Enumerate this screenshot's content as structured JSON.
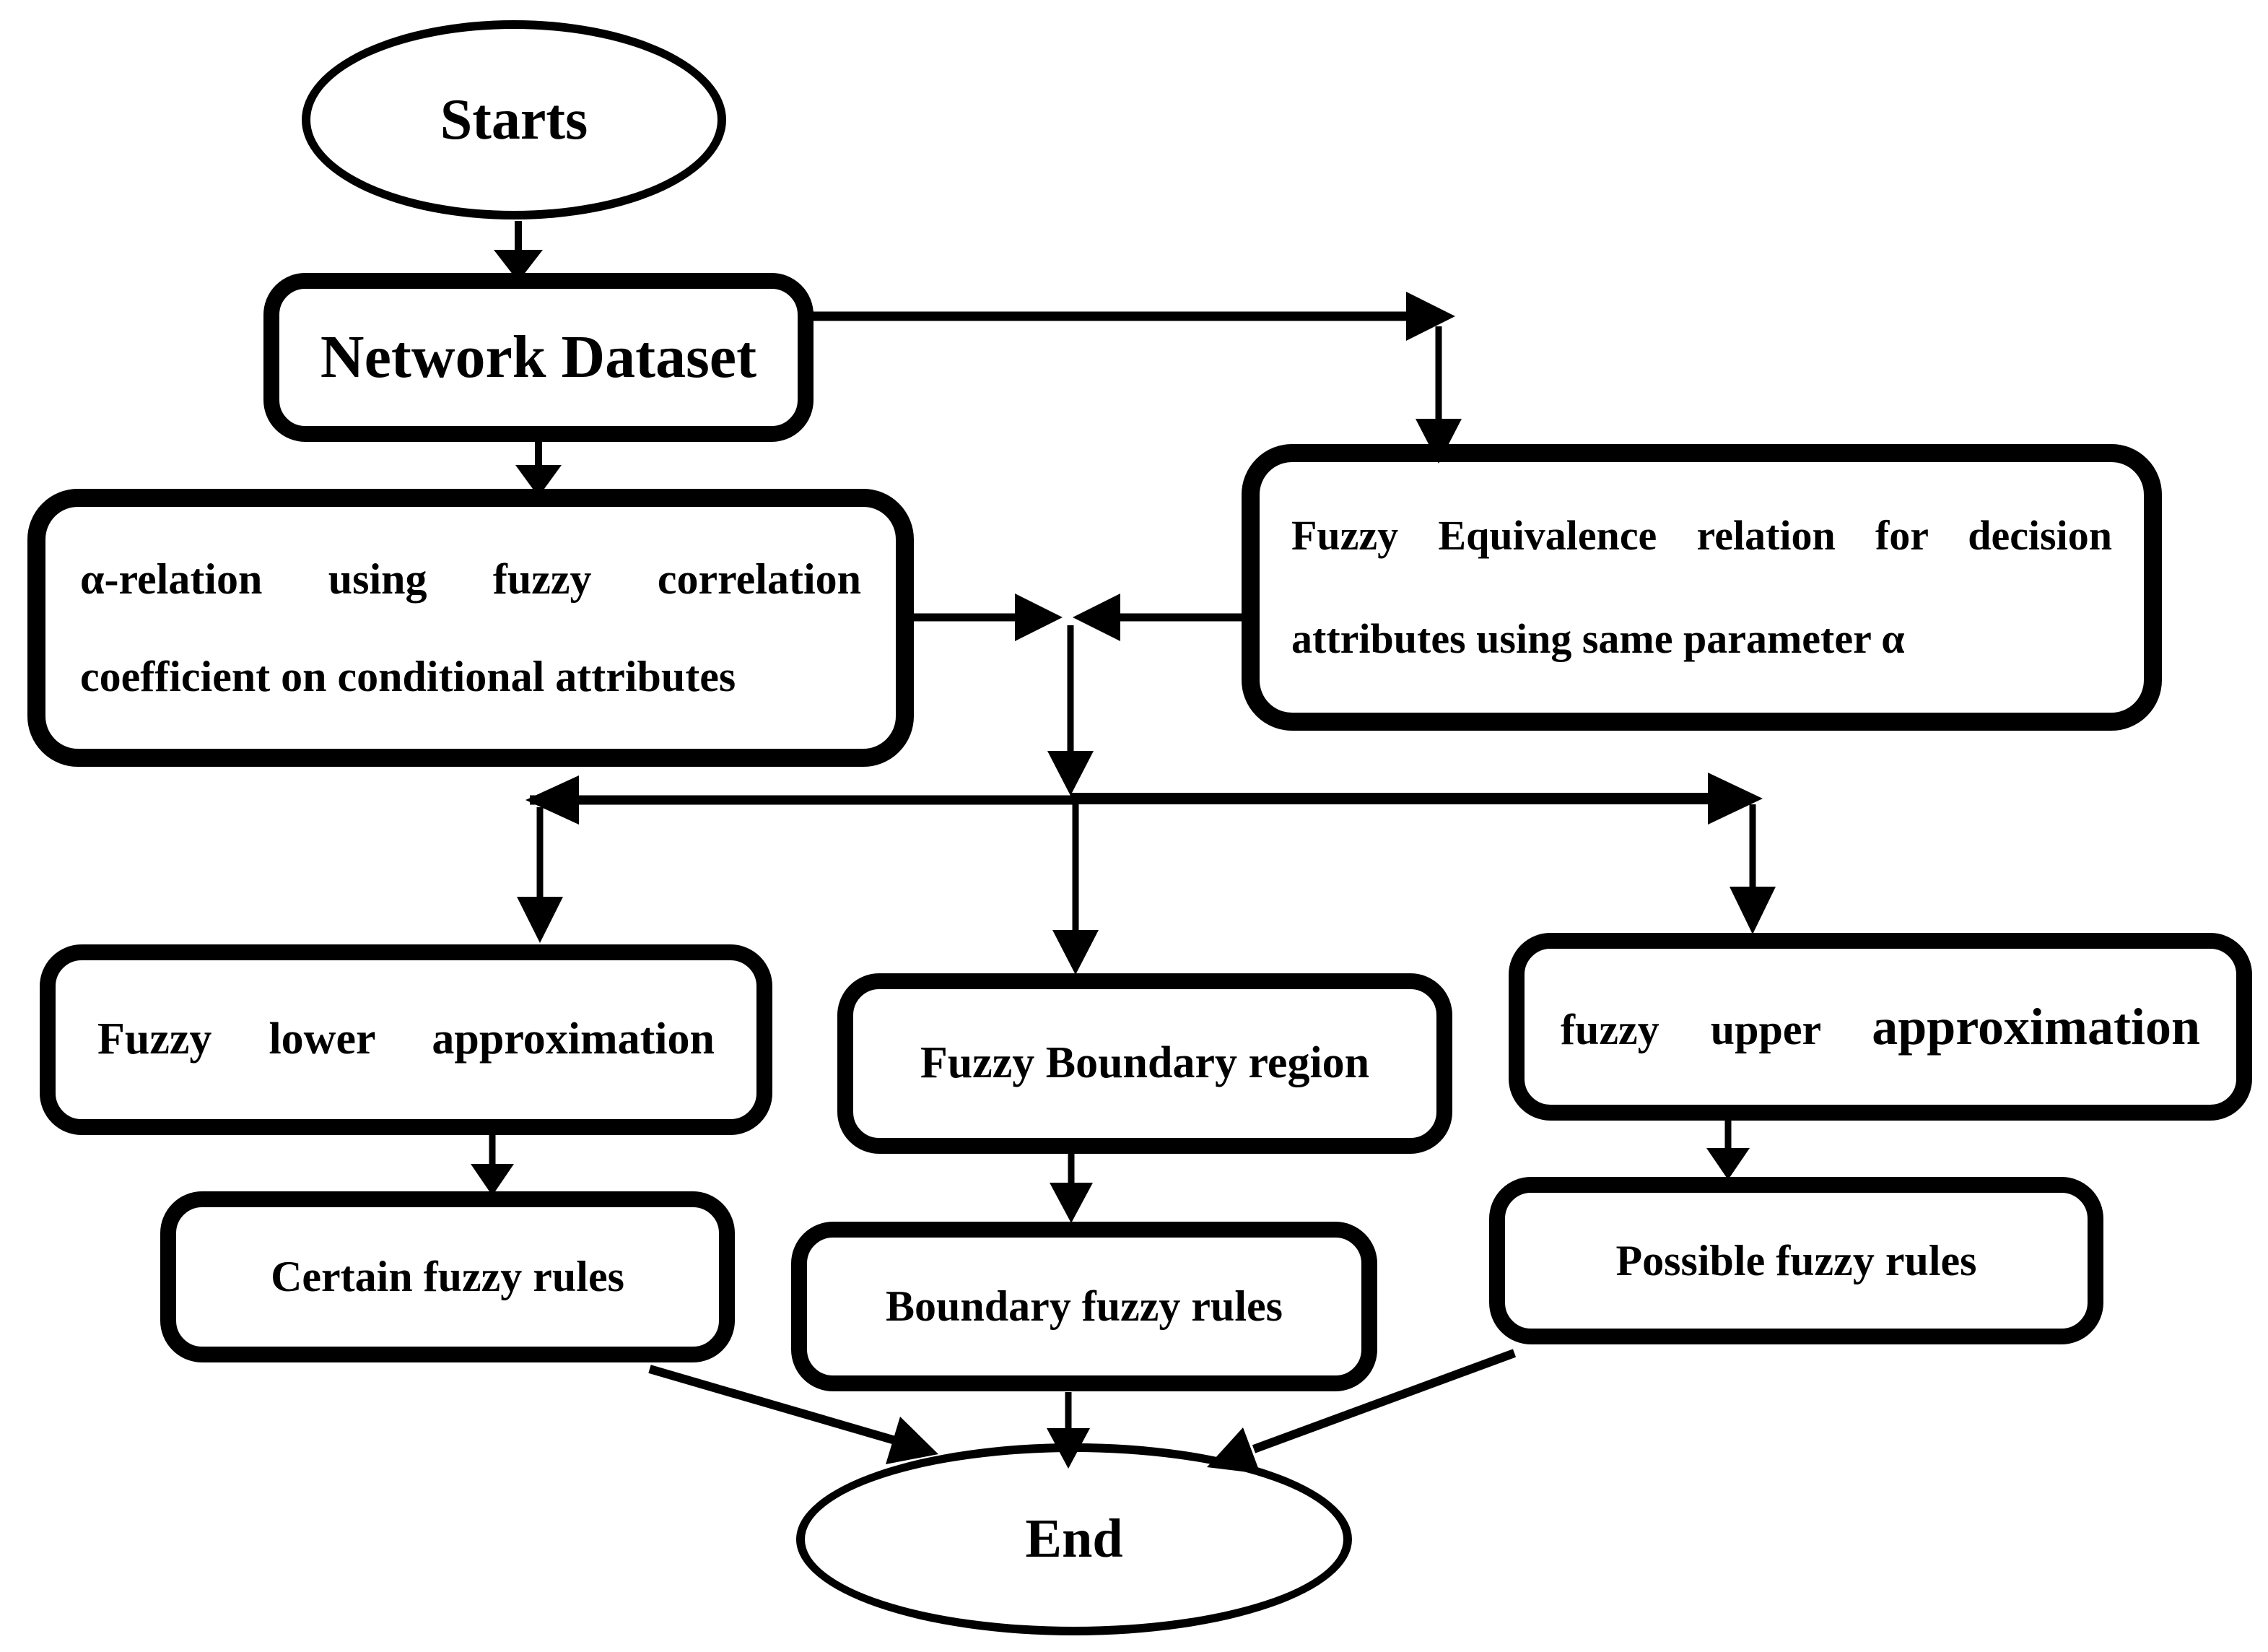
{
  "diagram": {
    "type": "flowchart",
    "background_color": "#ffffff",
    "ink_color": "#000000",
    "nodes": {
      "start": {
        "shape": "ellipse",
        "label": "Starts"
      },
      "network_dataset": {
        "shape": "rounded-rectangle",
        "label": "Network Dataset"
      },
      "alpha_relation": {
        "shape": "rounded-rectangle",
        "lines": [
          "α-relation using fuzzy correlation",
          "coefficient on conditional attributes"
        ]
      },
      "fuzzy_equivalence": {
        "shape": "rounded-rectangle",
        "lines": [
          "Fuzzy Equivalence relation for decision",
          "attributes using same parameter α"
        ]
      },
      "fuzzy_lower": {
        "shape": "rounded-rectangle",
        "label": "Fuzzy lower approximation"
      },
      "fuzzy_boundary": {
        "shape": "rounded-rectangle",
        "label": "Fuzzy Boundary region"
      },
      "fuzzy_upper": {
        "shape": "rounded-rectangle",
        "parts": [
          "fuzzy upper",
          "approximation"
        ]
      },
      "certain_rules": {
        "shape": "rounded-rectangle",
        "label": "Certain fuzzy rules"
      },
      "boundary_rules": {
        "shape": "rounded-rectangle",
        "label": "Boundary fuzzy rules"
      },
      "possible_rules": {
        "shape": "rounded-rectangle",
        "label": "Possible fuzzy rules"
      },
      "end": {
        "shape": "ellipse",
        "label": "End"
      }
    },
    "edges": [
      {
        "from": "start",
        "to": "network_dataset"
      },
      {
        "from": "network_dataset",
        "to": "alpha_relation"
      },
      {
        "from": "network_dataset",
        "to": "fuzzy_equivalence"
      },
      {
        "from": "alpha_relation",
        "to": "junction"
      },
      {
        "from": "fuzzy_equivalence",
        "to": "junction"
      },
      {
        "from": "junction",
        "to": "distribution_line"
      },
      {
        "from": "distribution_line",
        "to": "fuzzy_lower"
      },
      {
        "from": "distribution_line",
        "to": "fuzzy_boundary"
      },
      {
        "from": "distribution_line",
        "to": "fuzzy_upper"
      },
      {
        "from": "fuzzy_lower",
        "to": "certain_rules"
      },
      {
        "from": "fuzzy_boundary",
        "to": "boundary_rules"
      },
      {
        "from": "fuzzy_upper",
        "to": "possible_rules"
      },
      {
        "from": "certain_rules",
        "to": "end"
      },
      {
        "from": "boundary_rules",
        "to": "end"
      },
      {
        "from": "possible_rules",
        "to": "end"
      }
    ]
  }
}
